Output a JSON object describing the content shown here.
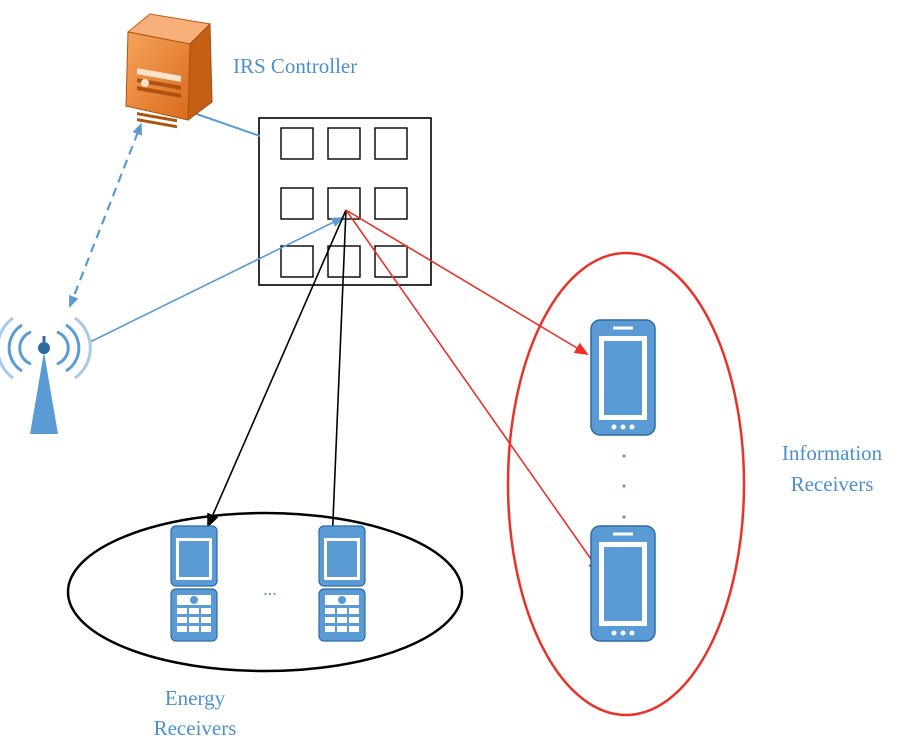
{
  "labels": {
    "irs_controller": "IRS Controller",
    "information_line1": "Information",
    "information_line2": "Receivers",
    "energy_line1": "Energy",
    "energy_line2": "Receivers",
    "ellipsis_h": "..."
  },
  "colors": {
    "label_blue": "#4e8fcf",
    "device_blue": "#5b9bd5",
    "device_dark": "#2f6aa3",
    "server_orange": "#f08a3c",
    "server_dark": "#c05a12",
    "red": "#e8322a",
    "black": "#000000"
  },
  "icons": {
    "controller": "server-tower-icon",
    "base_station": "antenna-tower-icon",
    "phone": "smartphone-icon",
    "feature_phone": "feature-phone-icon"
  }
}
